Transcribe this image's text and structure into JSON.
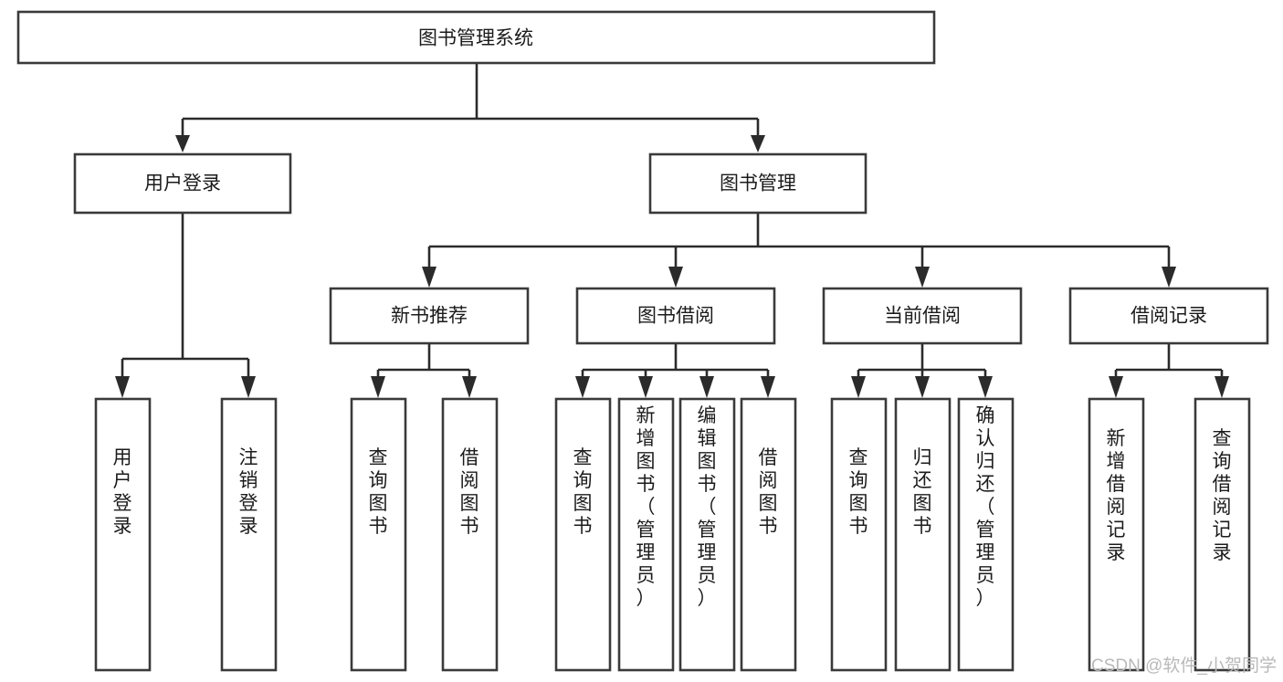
{
  "diagram": {
    "type": "tree",
    "title": "图书管理系统",
    "orientation": "top-down",
    "watermark": "CSDN @软件_小贺同学",
    "colors": {
      "box_stroke": "#3a3a3a",
      "box_fill": "#ffffff",
      "connector": "#2b2b2b",
      "text": "#1b1b1b",
      "watermark": "#b9b9b9",
      "background": "#ffffff"
    },
    "nodes": {
      "root": {
        "label": "图书管理系统",
        "level": 1,
        "orientation": "horizontal"
      },
      "l2_user_login": {
        "label": "用户登录",
        "level": 2,
        "orientation": "horizontal"
      },
      "l2_book_manage": {
        "label": "图书管理",
        "level": 2,
        "orientation": "horizontal"
      },
      "l3_new_book_rec": {
        "label": "新书推荐",
        "level": 3,
        "orientation": "horizontal"
      },
      "l3_book_borrow": {
        "label": "图书借阅",
        "level": 3,
        "orientation": "horizontal"
      },
      "l3_current_borrow": {
        "label": "当前借阅",
        "level": 3,
        "orientation": "horizontal"
      },
      "l3_borrow_record": {
        "label": "借阅记录",
        "level": 3,
        "orientation": "horizontal"
      },
      "leaf_user_login": {
        "label": "用户登录",
        "level": 4,
        "orientation": "vertical",
        "parent": "l2_user_login"
      },
      "leaf_logout": {
        "label": "注销登录",
        "level": 4,
        "orientation": "vertical",
        "parent": "l2_user_login"
      },
      "leaf_query_book_a": {
        "label": "查询图书",
        "level": 4,
        "orientation": "vertical",
        "parent": "l3_new_book_rec"
      },
      "leaf_borrow_book_a": {
        "label": "借阅图书",
        "level": 4,
        "orientation": "vertical",
        "parent": "l3_new_book_rec"
      },
      "leaf_query_book_b": {
        "label": "查询图书",
        "level": 4,
        "orientation": "vertical",
        "parent": "l3_book_borrow"
      },
      "leaf_add_book": {
        "label": "新增图书（管理员）",
        "level": 4,
        "orientation": "vertical",
        "parent": "l3_book_borrow"
      },
      "leaf_edit_book": {
        "label": "编辑图书（管理员）",
        "level": 4,
        "orientation": "vertical",
        "parent": "l3_book_borrow"
      },
      "leaf_borrow_book_b": {
        "label": "借阅图书",
        "level": 4,
        "orientation": "vertical",
        "parent": "l3_book_borrow"
      },
      "leaf_query_book_c": {
        "label": "查询图书",
        "level": 4,
        "orientation": "vertical",
        "parent": "l3_current_borrow"
      },
      "leaf_return_book": {
        "label": "归还图书",
        "level": 4,
        "orientation": "vertical",
        "parent": "l3_current_borrow"
      },
      "leaf_confirm_return": {
        "label": "确认归还（管理员）",
        "level": 4,
        "orientation": "vertical",
        "parent": "l3_current_borrow"
      },
      "leaf_add_record": {
        "label": "新增借阅记录",
        "level": 4,
        "orientation": "vertical",
        "parent": "l3_borrow_record"
      },
      "leaf_query_record": {
        "label": "查询借阅记录",
        "level": 4,
        "orientation": "vertical",
        "parent": "l3_borrow_record"
      }
    },
    "edges": [
      {
        "from": "root",
        "to": "l2_user_login"
      },
      {
        "from": "root",
        "to": "l2_book_manage"
      },
      {
        "from": "l2_book_manage",
        "to": "l3_new_book_rec"
      },
      {
        "from": "l2_book_manage",
        "to": "l3_book_borrow"
      },
      {
        "from": "l2_book_manage",
        "to": "l3_current_borrow"
      },
      {
        "from": "l2_book_manage",
        "to": "l3_borrow_record"
      },
      {
        "from": "l2_user_login",
        "to": "leaf_user_login"
      },
      {
        "from": "l2_user_login",
        "to": "leaf_logout"
      },
      {
        "from": "l3_new_book_rec",
        "to": "leaf_query_book_a"
      },
      {
        "from": "l3_new_book_rec",
        "to": "leaf_borrow_book_a"
      },
      {
        "from": "l3_book_borrow",
        "to": "leaf_query_book_b"
      },
      {
        "from": "l3_book_borrow",
        "to": "leaf_add_book"
      },
      {
        "from": "l3_book_borrow",
        "to": "leaf_edit_book"
      },
      {
        "from": "l3_book_borrow",
        "to": "leaf_borrow_book_b"
      },
      {
        "from": "l3_current_borrow",
        "to": "leaf_query_book_c"
      },
      {
        "from": "l3_current_borrow",
        "to": "leaf_return_book"
      },
      {
        "from": "l3_current_borrow",
        "to": "leaf_confirm_return"
      },
      {
        "from": "l3_borrow_record",
        "to": "leaf_add_record"
      },
      {
        "from": "l3_borrow_record",
        "to": "leaf_query_record"
      }
    ]
  }
}
